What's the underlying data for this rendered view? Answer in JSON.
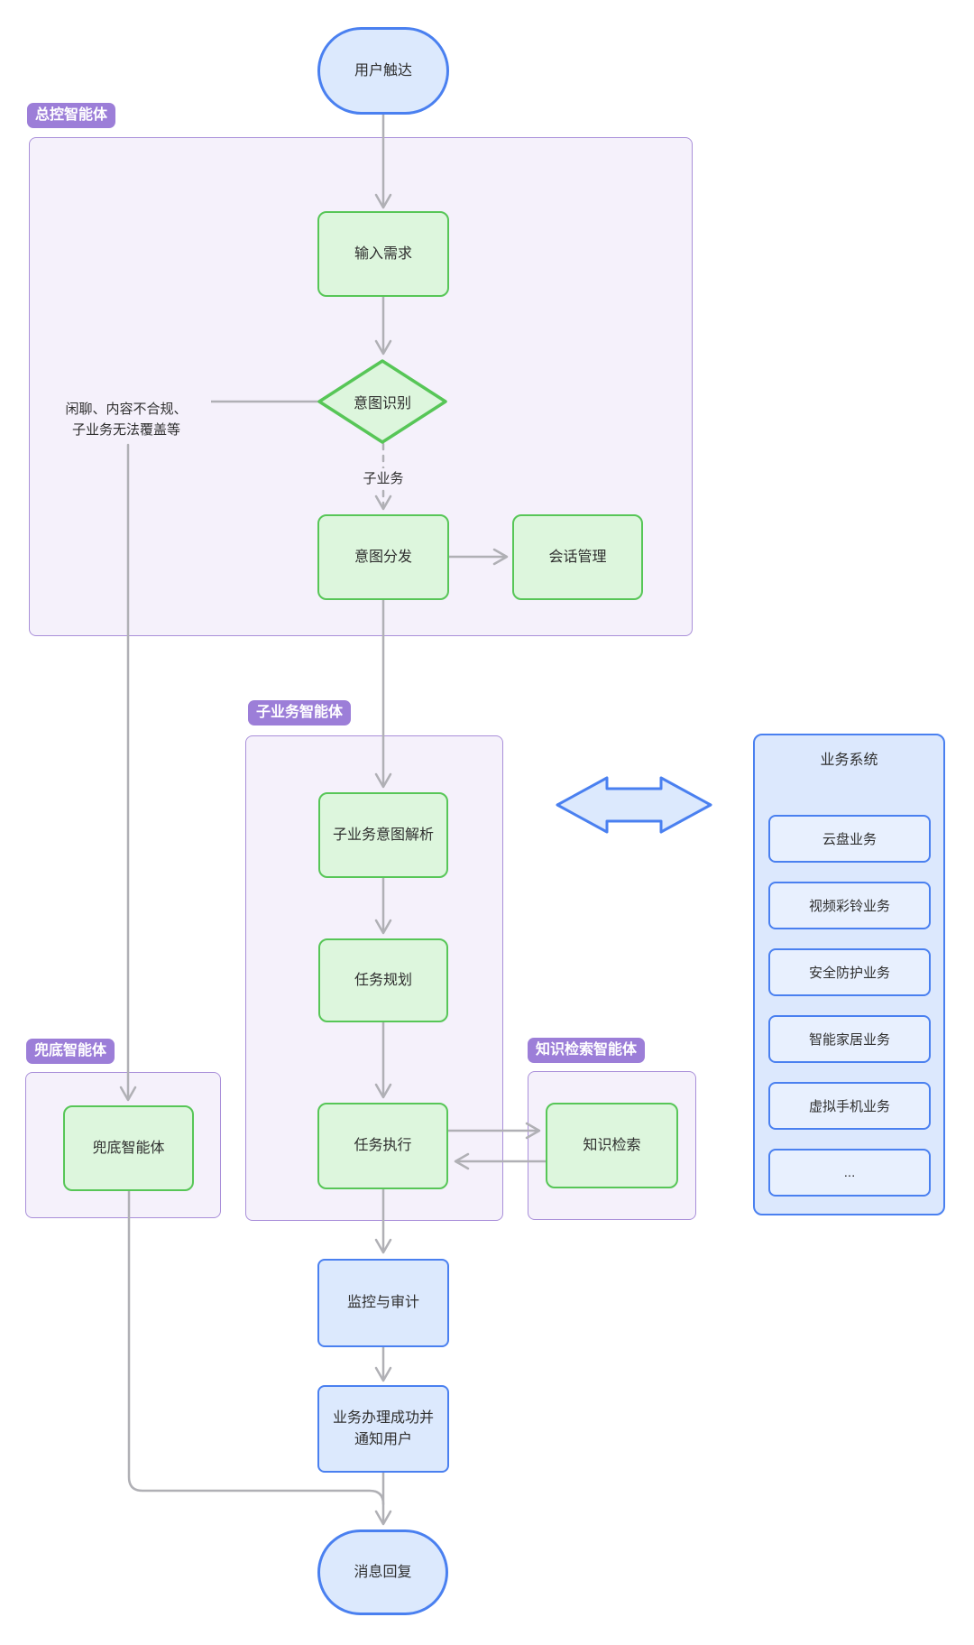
{
  "diagram": {
    "badges": {
      "master": "总控智能体",
      "sub": "子业务智能体",
      "fallback": "兜底智能体",
      "knowledge": "知识检索智能体"
    },
    "nodes": {
      "user_reach": "用户触达",
      "input_demand": "输入需求",
      "intent_recognition": "意图识别",
      "intent_dispatch": "意图分发",
      "session_mgmt": "会话管理",
      "sub_intent_parse": "子业务意图解析",
      "task_planning": "任务规划",
      "task_execution": "任务执行",
      "knowledge_retrieval": "知识检索",
      "fallback_agent": "兜底智能体",
      "monitor_audit": "监控与审计",
      "notify_line1": "业务办理成功并",
      "notify_line2": "通知用户",
      "message_reply": "消息回复"
    },
    "edge_labels": {
      "sub_business": "子业务",
      "fallback_reason_line1": "闲聊、内容不合规、",
      "fallback_reason_line2": "子业务无法覆盖等"
    },
    "business_system": {
      "title": "业务系统",
      "items": [
        "云盘业务",
        "视频彩铃业务",
        "安全防护业务",
        "智能家居业务",
        "虚拟手机业务",
        "..."
      ]
    },
    "colors": {
      "green_border": "#57c657",
      "green_fill": "#ddf6dd",
      "blue_border": "#4a80f0",
      "blue_fill": "#dce9fd",
      "purple_border": "#a98fd9",
      "purple_fill": "#f5f1fb",
      "badge_bg": "#9c7ed8",
      "arrow_gray": "#b0b0b5"
    }
  }
}
